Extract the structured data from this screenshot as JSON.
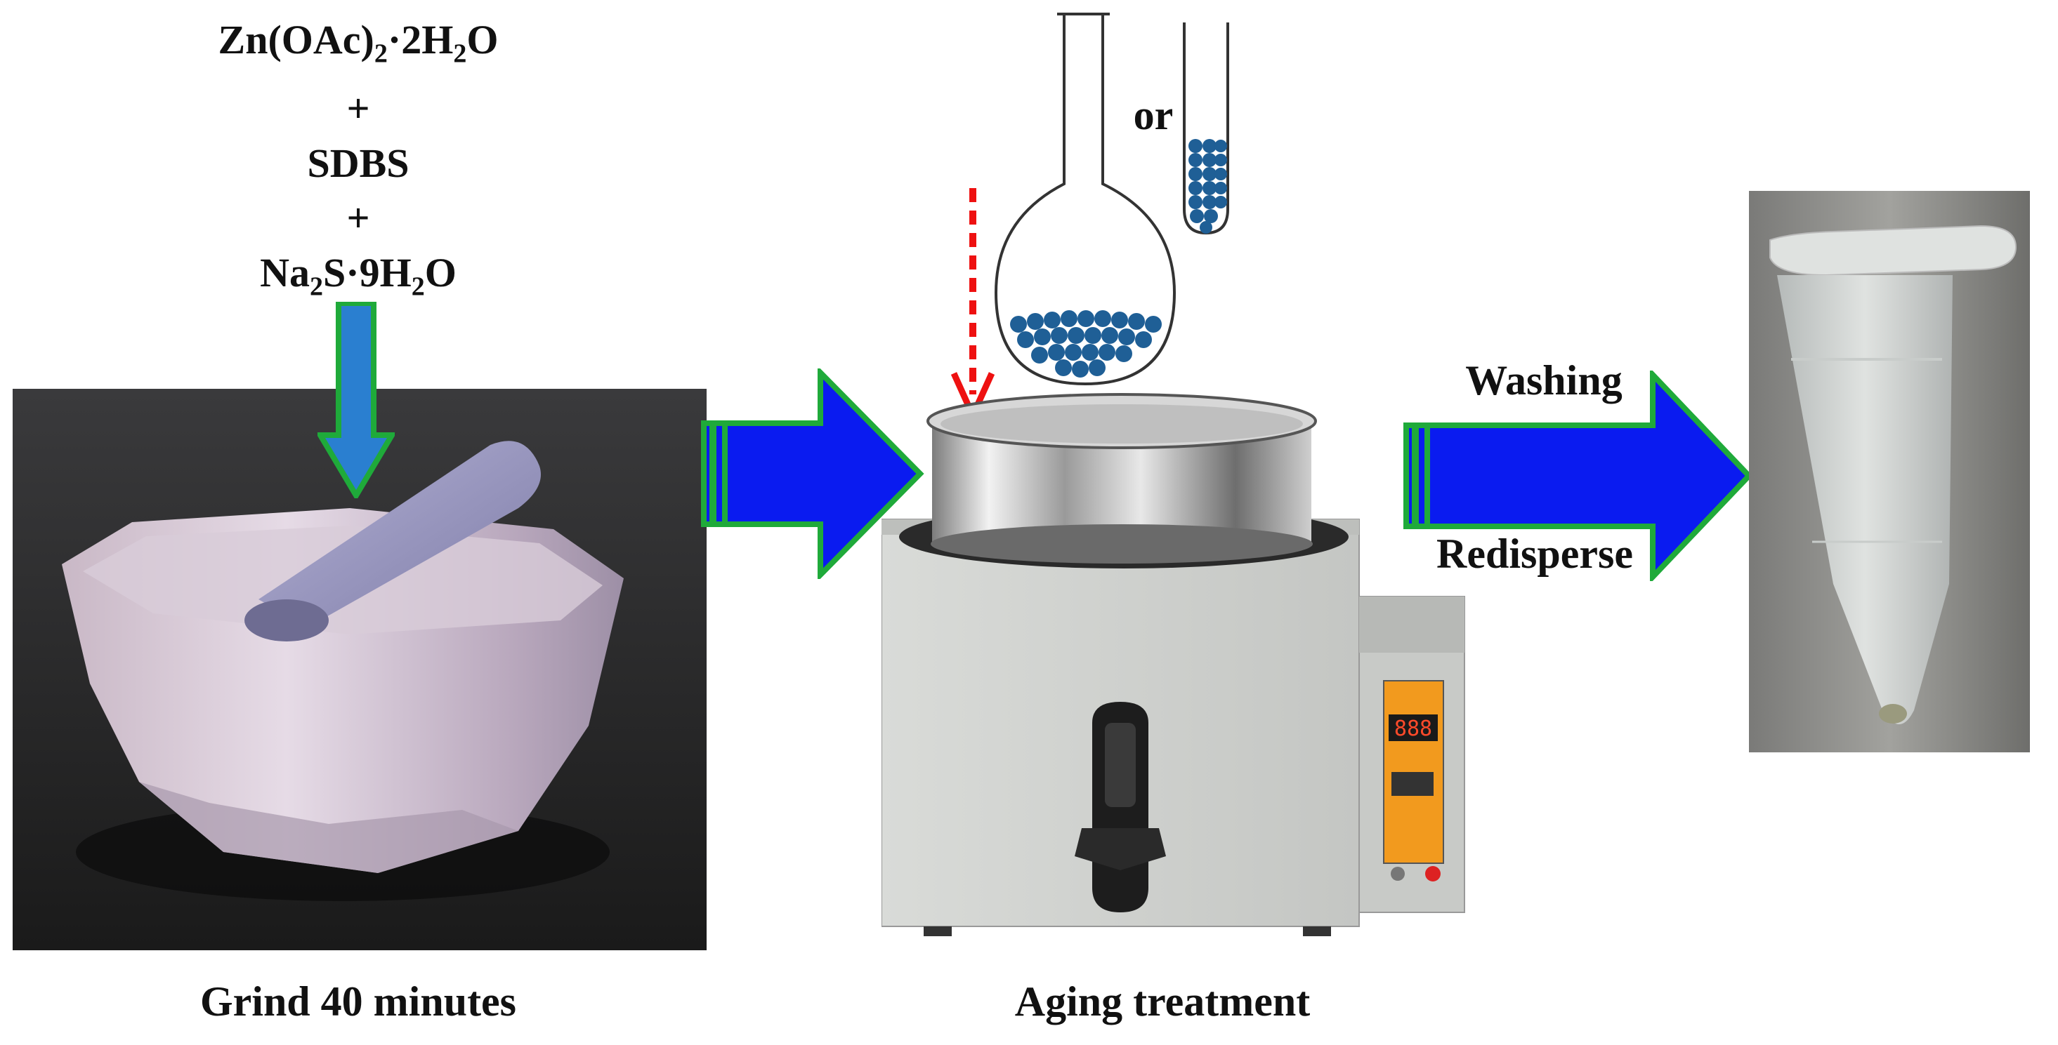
{
  "reagents": {
    "line1_a": "Zn(OAc)",
    "line1_sub": "2",
    "line1_b": "·2H",
    "line1_sub2": "2",
    "line1_c": "O",
    "plus1": "+",
    "line2": "SDBS",
    "plus2": "+",
    "line3_a": "Na",
    "line3_sub": "2",
    "line3_b": "S·9H",
    "line3_sub2": "2",
    "line3_c": "O"
  },
  "flask_or_label": "or",
  "labels": {
    "step1": "Grind 40 minutes",
    "step2": "Aging treatment",
    "wash": "Washing",
    "redisperse": "Redisperse"
  },
  "display_digits": "888",
  "colors": {
    "arrow_blue": "#0a1bf0",
    "arrow_outline": "#1faa3a",
    "down_arrow_blue": "#2a7fd0",
    "dashed_red": "#ee1111",
    "bead_blue": "#1f5f96"
  }
}
